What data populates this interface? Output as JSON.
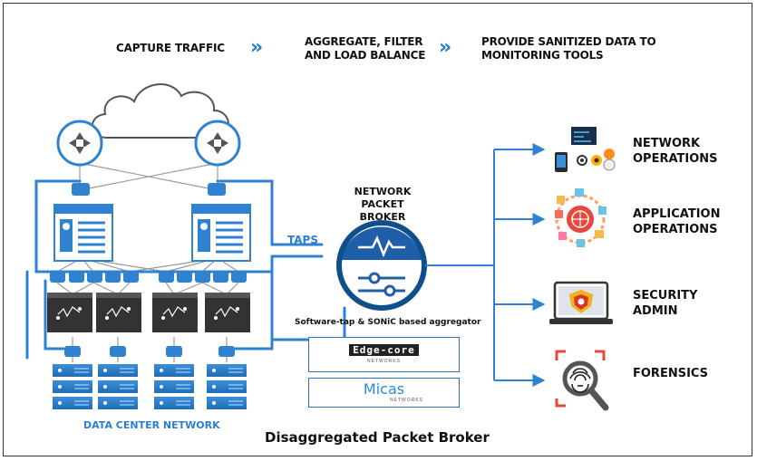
{
  "header": {
    "step1": "CAPTURE TRAFFIC",
    "step2_line1": "AGGREGATE, FILTER",
    "step2_line2": "AND LOAD BALANCE",
    "step3_line1": "PROVIDE SANITIZED DATA TO",
    "step3_line2": "MONITORING TOOLS",
    "arrow": "»"
  },
  "broker": {
    "title_line1": "NETWORK",
    "title_line2": "PACKET BROKER",
    "taps_label": "TAPS",
    "caption": "Software-tap & SONiC based aggregator"
  },
  "vendors": {
    "edgecore": "Edge-core",
    "edgecore_sub": "NETWORKS",
    "micas": "Micas",
    "micas_sub": "NETWORKS"
  },
  "tools": [
    {
      "line1": "NETWORK",
      "line2": "OPERATIONS",
      "icon": "network-operations-icon"
    },
    {
      "line1": "APPLICATION",
      "line2": "OPERATIONS",
      "icon": "application-operations-icon"
    },
    {
      "line1": "SECURITY",
      "line2": "ADMIN",
      "icon": "security-admin-icon"
    },
    {
      "line1": "FORENSICS",
      "line2": "",
      "icon": "forensics-icon"
    }
  ],
  "data_center_label": "DATA CENTER NETWORK",
  "footer_title": "Disaggregated Packet Broker",
  "colors": {
    "primary_blue": "#2f82cf",
    "dark_blue": "#0f4f8c",
    "label_blue": "#2a7fd0",
    "chevron_blue": "#1f7ac6"
  }
}
